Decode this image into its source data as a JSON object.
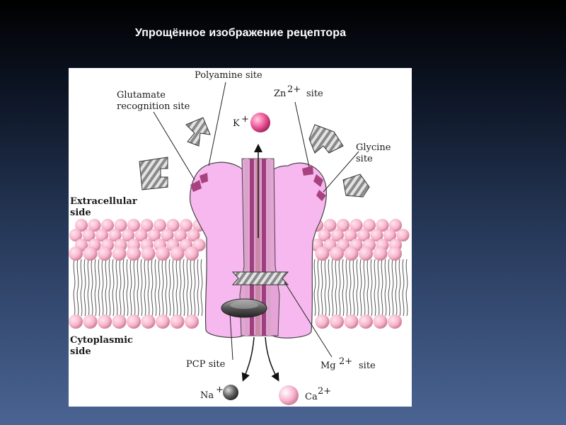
{
  "slide": {
    "title": "Упрощённое изображение рецептора"
  },
  "diagram": {
    "labels": {
      "polyamine": "Polyamine site",
      "glutamate_line1": "Glutamate",
      "glutamate_line2": "recognition site",
      "zn": "Zn",
      "zn_charge": "2+",
      "zn_site": "site",
      "k": "K",
      "k_charge": "+",
      "glycine_line1": "Glycine",
      "glycine_line2": "site",
      "extracellular_line1": "Extracellular",
      "extracellular_line2": "side",
      "cytoplasmic_line1": "Cytoplasmic",
      "cytoplasmic_line2": "side",
      "pcp": "PCP site",
      "mg": "Mg",
      "mg_charge": "2+",
      "mg_site": "site",
      "na": "Na",
      "na_charge": "+",
      "ca": "Ca",
      "ca_charge": "2+"
    },
    "colors": {
      "receptor": "#f6b8ee",
      "receptor_outline": "#555555",
      "channel_stripe_dark": "#9c3f7c",
      "channel_stripe_mid": "#c98aa8",
      "lipid_head": "#f8b6cd",
      "ion_pink": "#ee5a9a",
      "ion_gray": "#555555"
    }
  }
}
